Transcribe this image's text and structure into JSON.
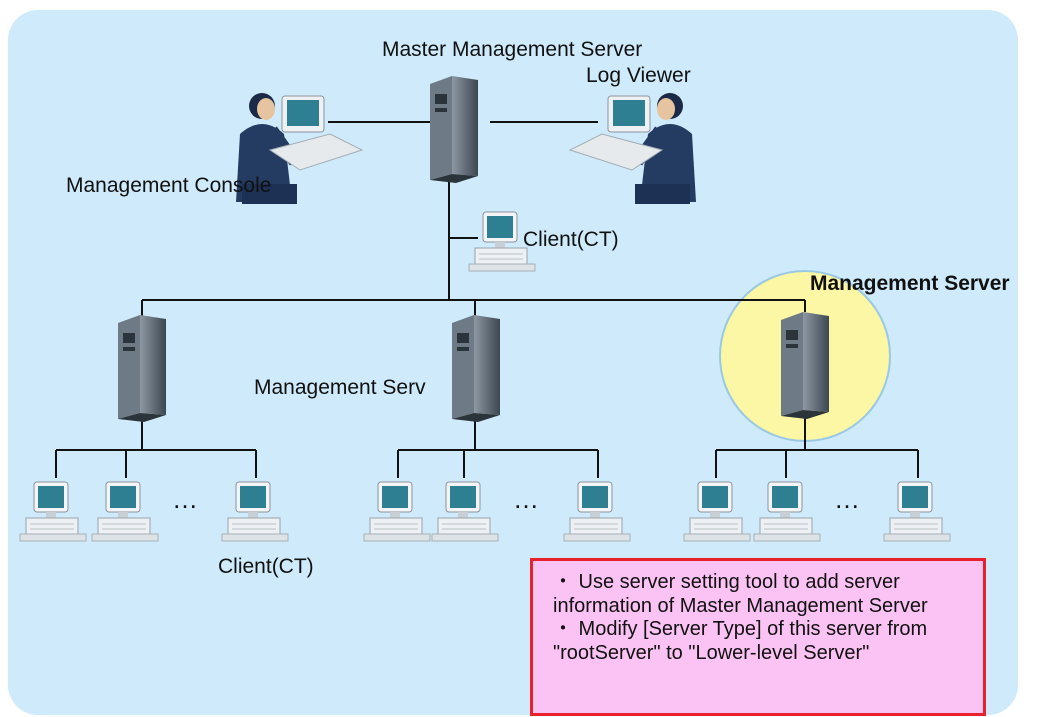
{
  "labels": {
    "master_server": "Master Management Server",
    "log_viewer": "Log Viewer",
    "management_console": "Management Console",
    "client_top": "Client(CT)",
    "management_server_highlight": "Management Server",
    "management_server_middle": "Management Serv",
    "client_bottom": "Client(CT)"
  },
  "ellipsis": "…",
  "note": {
    "lines": [
      "・ Use server setting tool to add server information of Master Management Server",
      "・ Modify [Server Type] of this server from \"rootServer\" to \"Lower-level Server\""
    ]
  },
  "colors": {
    "panel": "#cfeafa",
    "highlight": "#fbf7a4",
    "note_bg": "#fbc3f4",
    "note_border": "#e8212d"
  }
}
